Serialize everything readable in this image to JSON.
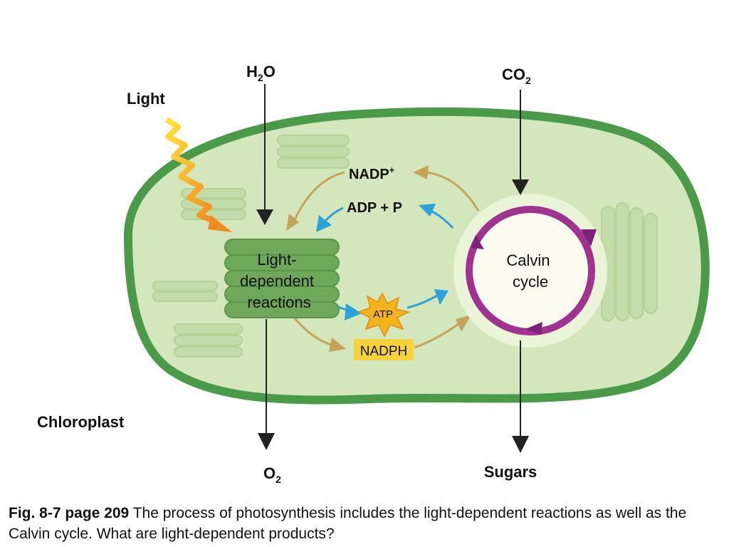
{
  "diagram": {
    "inputs": {
      "h2o": {
        "base": "H",
        "sub": "2",
        "tail": "O"
      },
      "co2": {
        "base": "CO",
        "sub": "2"
      },
      "light": "Light"
    },
    "outputs": {
      "o2": {
        "base": "O",
        "sub": "2"
      },
      "sugars": "Sugars"
    },
    "cycle_molecules": {
      "nadp_plus": {
        "base": "NADP",
        "sup": "+"
      },
      "adp_p": "ADP + P",
      "atp": "ATP",
      "nadph": "NADPH"
    },
    "light_dependent": [
      "Light-",
      "dependent",
      "reactions"
    ],
    "calvin_cycle": [
      "Calvin",
      "cycle"
    ],
    "chloroplast_label": "Chloroplast"
  },
  "caption": {
    "fig": "Fig. 8-7  page 209",
    "text": " The process of photosynthesis includes the light-dependent reactions as well as the Calvin cycle. What are light-dependent products?"
  },
  "colors": {
    "membrane": "#4a9a4a",
    "stroma": "#d4e6bc",
    "thylakoid": "#6fa85a",
    "calvin_arrow": "#a0338f",
    "blue_arrow": "#29a3d8",
    "tan_arrow": "#c4a35a",
    "atp_star": "#f2b51e",
    "nadph_box": "#f6d33a"
  }
}
